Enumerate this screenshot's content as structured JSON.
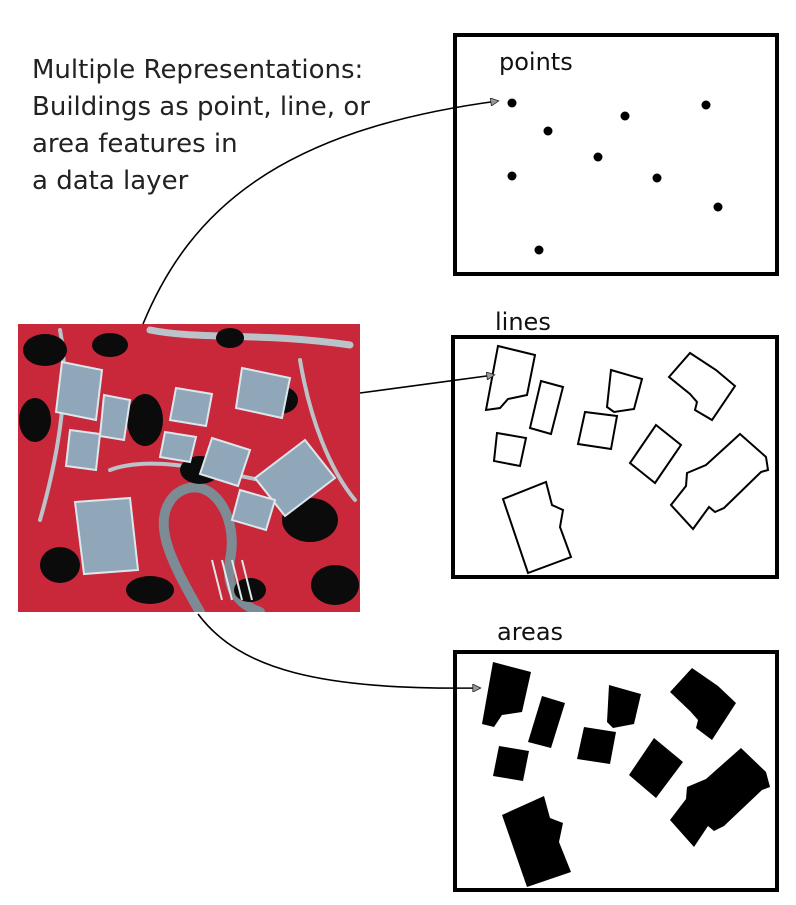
{
  "caption": {
    "lines": [
      "Multiple Representations:",
      "Buildings as point, line, or",
      "area features in",
      "a data layer"
    ]
  },
  "panels": {
    "points": {
      "title": "points"
    },
    "lines": {
      "title": "lines"
    },
    "areas": {
      "title": "areas"
    }
  },
  "image": {
    "kind": "aerial-photo-buildings"
  },
  "colors": {
    "ink": "#000000",
    "photo_red": "#c8283a",
    "photo_roof": "#8fa7b8",
    "photo_shadow": "#0b0b0b",
    "arrowhead": "#9a9a9a"
  }
}
